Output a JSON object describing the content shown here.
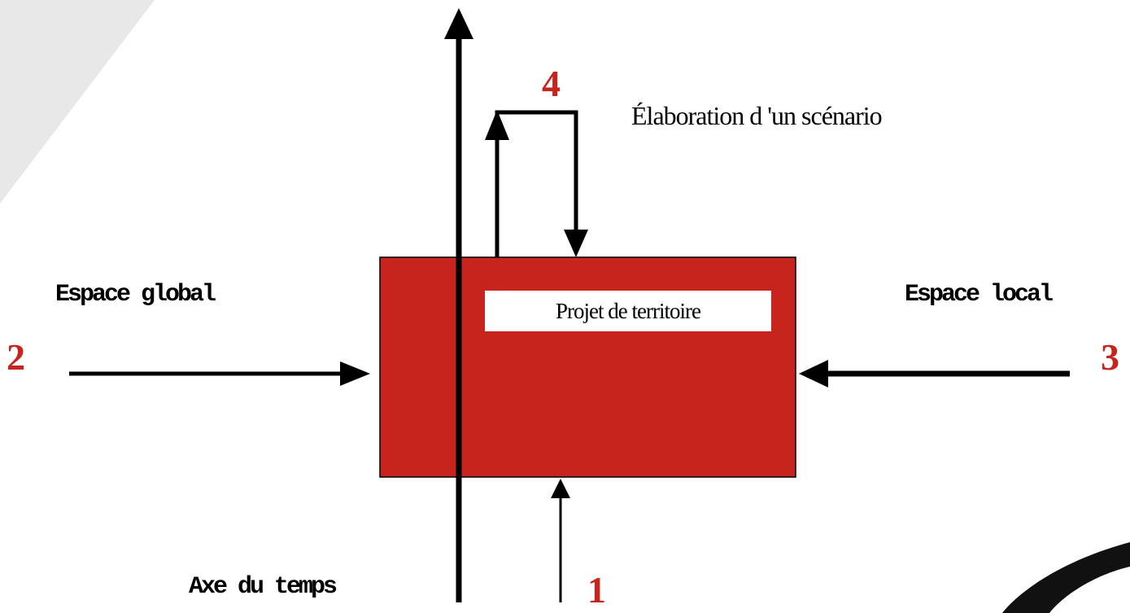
{
  "diagram": {
    "center_box_label": "Projet de territoire",
    "time_axis_label": "Axe du temps",
    "global_space_label": "Espace global",
    "local_space_label": "Espace local",
    "scenario_label": "Élaboration d 'un scénario",
    "markers": {
      "one": "1",
      "two": "2",
      "three": "3",
      "four": "4"
    },
    "colors": {
      "box_fill": "#c8241e",
      "marker_text": "#c8241e",
      "line": "#000000",
      "background_decor": "#e6e6e6"
    }
  }
}
